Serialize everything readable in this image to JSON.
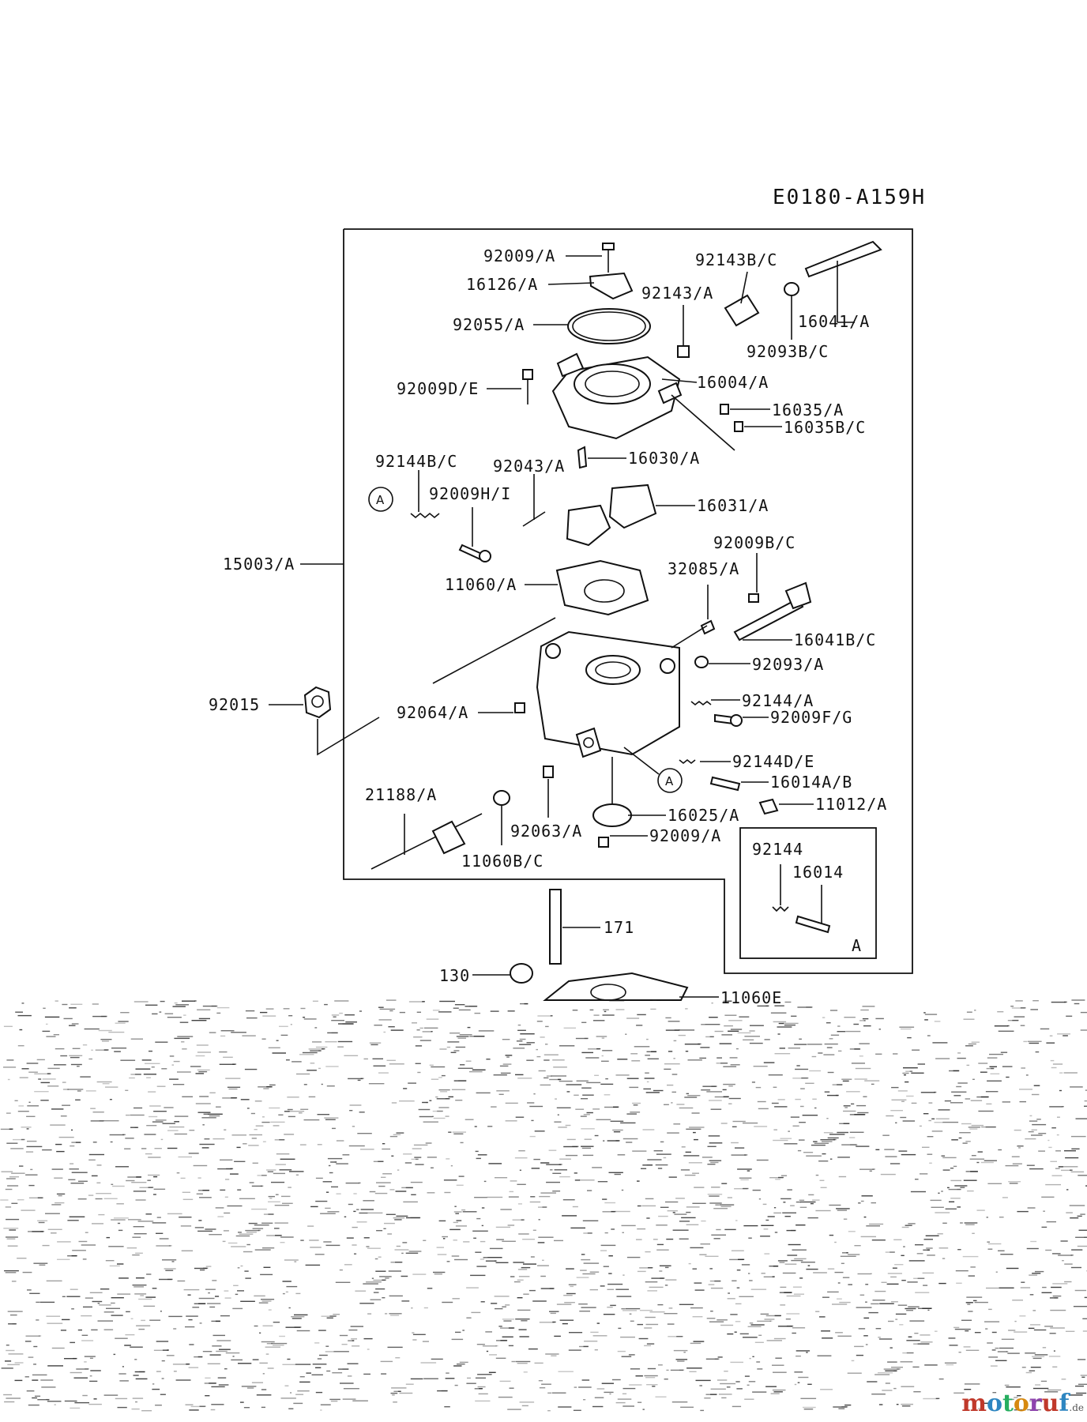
{
  "diagram_code": "E0180-A159H",
  "parts": {
    "p92009A_top": "92009/A",
    "p16126A": "16126/A",
    "p92143BC": "92143B/C",
    "p92143A": "92143/A",
    "p92055A": "92055/A",
    "p16041A": "16041/A",
    "p92093BC": "92093B/C",
    "p16004A": "16004/A",
    "p92009DE": "92009D/E",
    "p16035A": "16035/A",
    "p16035BC": "16035B/C",
    "p16030A": "16030/A",
    "p92144BC": "92144B/C",
    "p92043A": "92043/A",
    "p92009HI": "92009H/I",
    "p16031A": "16031/A",
    "p92009BC": "92009B/C",
    "p15003A": "15003/A",
    "p32085A": "32085/A",
    "p11060A": "11060/A",
    "p16041BC": "16041B/C",
    "p92093A": "92093/A",
    "p92015": "92015",
    "p92064A": "92064/A",
    "p92144A": "92144/A",
    "p92009FG": "92009F/G",
    "p92144DE": "92144D/E",
    "p16014AB": "16014A/B",
    "p21188A": "21188/A",
    "p11012A": "11012/A",
    "p16025A": "16025/A",
    "p92063A": "92063/A",
    "p92009A_bottom": "92009/A",
    "p11060BC": "11060B/C",
    "p171": "171",
    "p130": "130",
    "p11060E": "11060E"
  },
  "inset": {
    "p92144": "92144",
    "p16014": "16014",
    "marker": "A"
  },
  "callout_marker": "A",
  "watermark": {
    "main": "motoruf",
    "suffix": ".de"
  },
  "colors": {
    "line": "#111111",
    "background": "#ffffff"
  }
}
